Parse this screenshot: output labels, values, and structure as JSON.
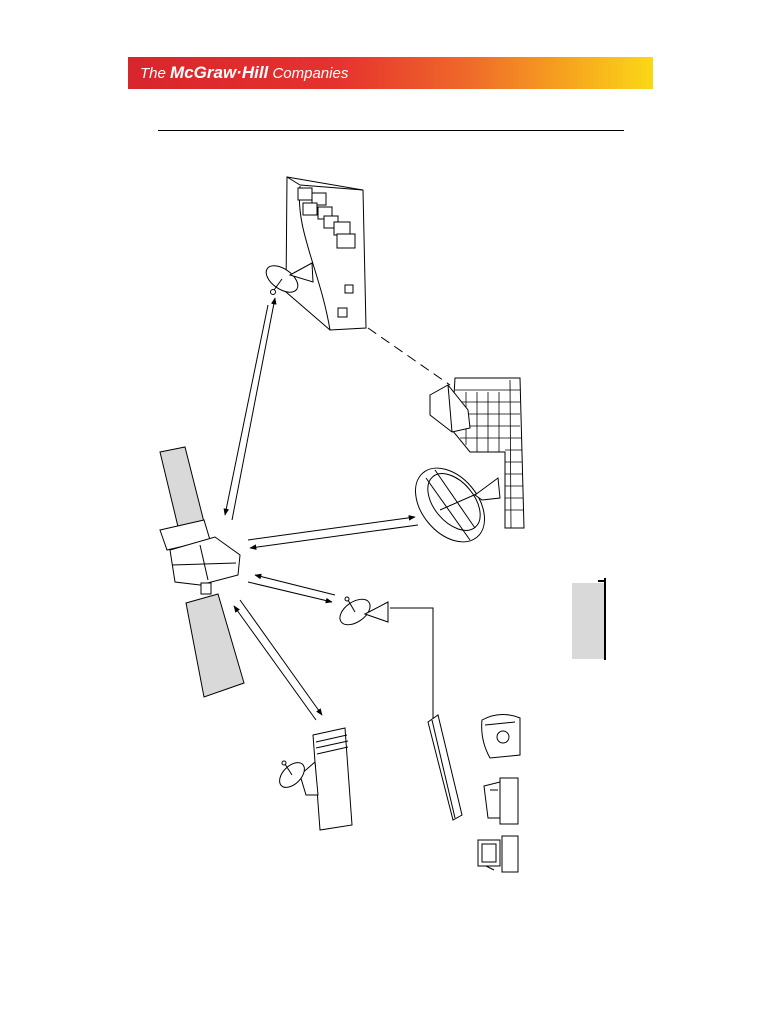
{
  "header": {
    "brand_prefix": "The",
    "brand_name": "McGraw·Hill",
    "brand_suffix": "Companies"
  },
  "colors": {
    "banner_start": "#d7262c",
    "banner_end": "#fbd817",
    "solar_panel": "#d9d9d9",
    "line": "#000000"
  }
}
